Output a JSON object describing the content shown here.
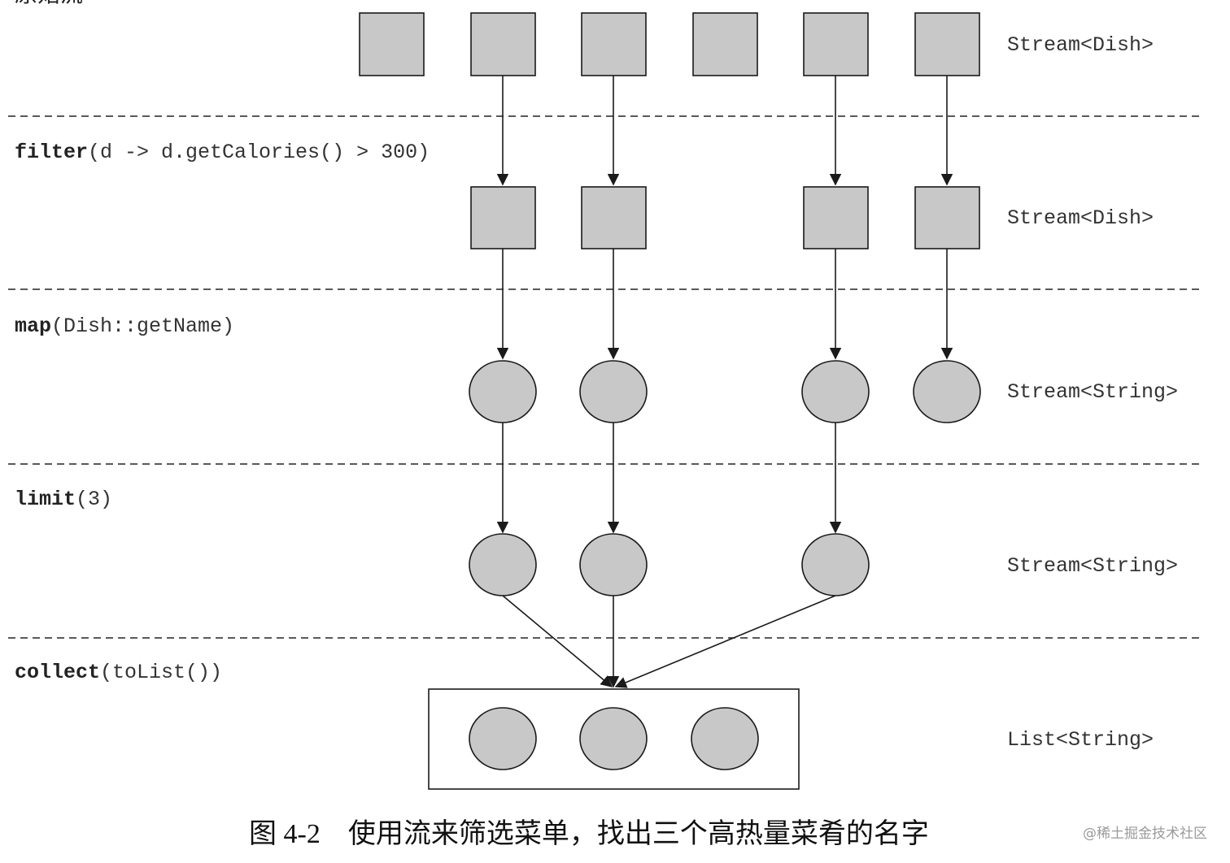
{
  "header_fragment": "原始流",
  "stages": [
    {
      "op": "filter",
      "args": "(d -> d.getCalories() > 300)"
    },
    {
      "op": "map",
      "args": "(Dish::getName)"
    },
    {
      "op": "limit",
      "args": "(3)"
    },
    {
      "op": "collect",
      "args": "(toList())"
    }
  ],
  "stream_types": [
    "Stream<Dish>",
    "Stream<Dish>",
    "Stream<String>",
    "Stream<String>",
    "List<String>"
  ],
  "caption": "图 4-2　使用流来筛选菜单，找出三个高热量菜肴的名字",
  "watermark": "@稀土掘金技术社区",
  "colors": {
    "node_fill": "#c8c8c8",
    "stroke": "#1a1a1a",
    "text": "#222222",
    "type_text": "#333333",
    "divider": "#222222"
  }
}
